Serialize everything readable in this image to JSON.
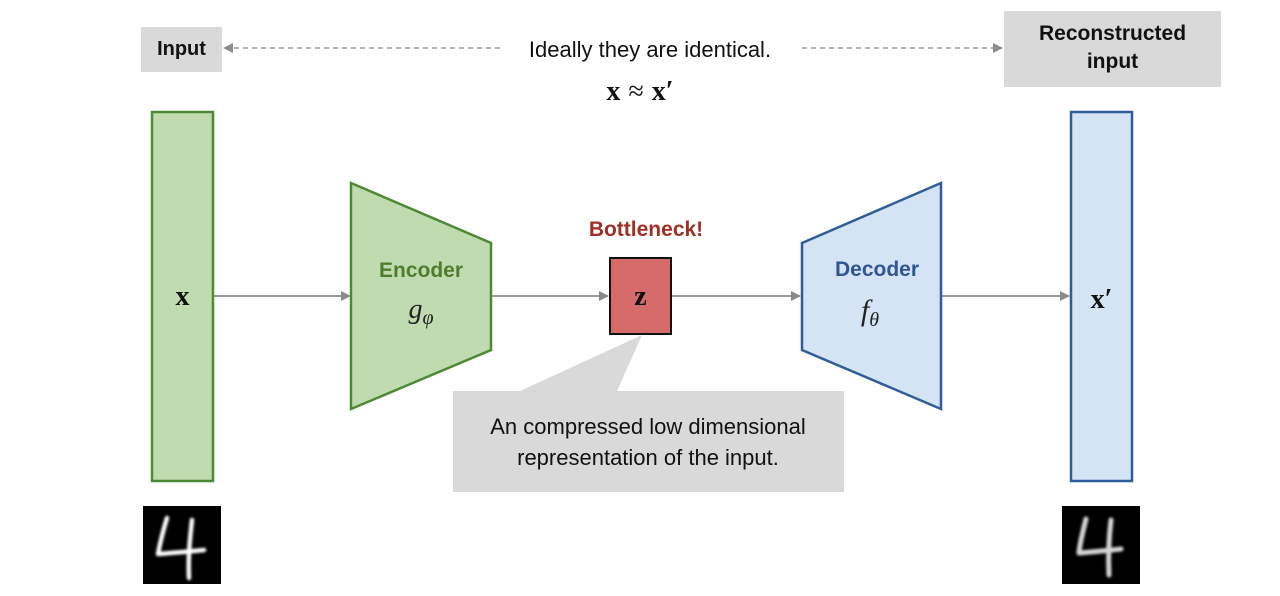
{
  "labels": {
    "input": "Input",
    "reconstructed_line1": "Reconstructed",
    "reconstructed_line2": "input",
    "ideally": "Ideally they are identical.",
    "approx_lhs": "x",
    "approx_op": "≈",
    "approx_rhs": "x′",
    "x": "x",
    "x_prime": "x′",
    "encoder": "Encoder",
    "encoder_fn": "g",
    "encoder_sub": "φ",
    "decoder": "Decoder",
    "decoder_fn": "f",
    "decoder_sub": "θ",
    "bottleneck": "Bottleneck!",
    "z": "z",
    "callout_line1": "An compressed low dimensional",
    "callout_line2": "representation of the input.",
    "digit_input": "4",
    "digit_output": "4"
  },
  "colors": {
    "input_fill": "#c0dbb0",
    "input_stroke": "#4e8a35",
    "encoder_text": "#4e7d2f",
    "decoder_fill": "#d5e4f4",
    "decoder_stroke": "#2f5d9a",
    "decoder_text": "#2f5595",
    "bottleneck_fill": "#d66b6b",
    "bottleneck_text": "#a03025",
    "gray_box": "#d9d9d9",
    "arrow": "#999999"
  }
}
